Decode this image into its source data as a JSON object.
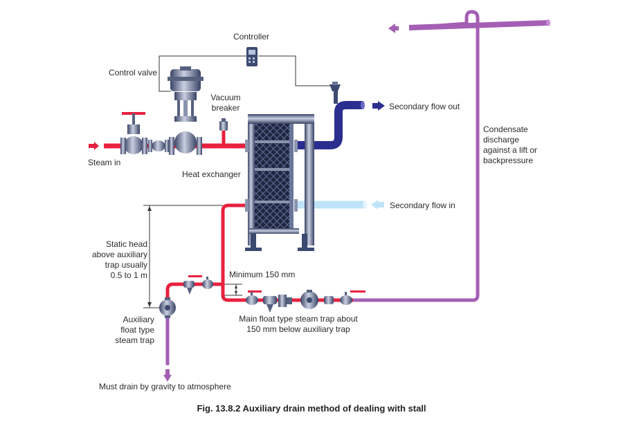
{
  "labels": {
    "controller": "Controller",
    "control_valve": "Control valve",
    "vacuum_breaker_1": "Vacuum",
    "vacuum_breaker_2": "breaker",
    "steam_in": "Steam in",
    "heat_exchanger": "Heat exchanger",
    "secondary_out": "Secondary flow out",
    "secondary_in": "Secondary flow in",
    "condensate_1": "Condensate",
    "condensate_2": "discharge",
    "condensate_3": "against a lift or",
    "condensate_4": "backpressure",
    "static_head_1": "Static head",
    "static_head_2": "above auxiliary",
    "static_head_3": "trap usually",
    "static_head_4": "0.5 to 1 m",
    "minimum": "Minimum 150 mm",
    "aux_trap_1": "Auxiliary",
    "aux_trap_2": "float type",
    "aux_trap_3": "steam trap",
    "main_trap_1": "Main float type steam trap about",
    "main_trap_2": "150 mm below auxiliary trap",
    "gravity": "Must drain by gravity to atmosphere"
  },
  "caption": "Fig. 13.8.2 Auxiliary drain method of dealing with stall",
  "colors": {
    "steam": "#e8213f",
    "condensate": "#a45fb5",
    "secondary_out": "#2b2d8f",
    "secondary_in": "#bfe3f7",
    "equipment": "#3c4a70",
    "plates": "#2a3352",
    "signal": "#333333"
  }
}
